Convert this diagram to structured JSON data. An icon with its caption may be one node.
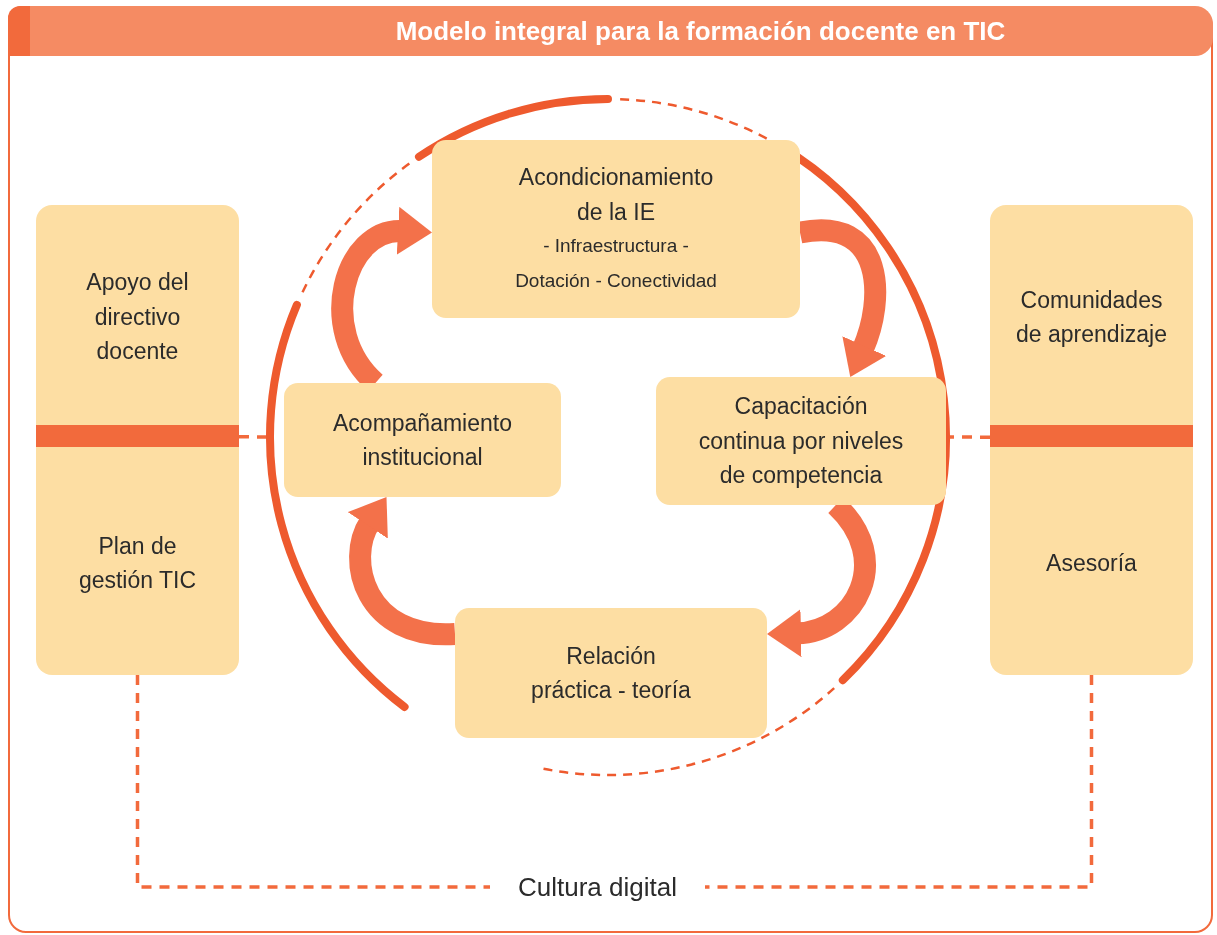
{
  "diagram": {
    "title": "Modelo integral para la formación docente en TIC",
    "nodes": [
      {
        "text": [
          "Apoyo del directivo docente",
          "Plan de gestión TIC"
        ]
      },
      {
        "text": [],
        "shape": "circle"
      },
      {
        "text": [
          "Acondicionamiento de la IE",
          "- Infraestructura - Dotación - Conectividad"
        ],
        "in": 1
      },
      {
        "text": [
          "Acompañamiento institucional"
        ],
        "in": 1
      },
      {
        "text": [
          "Capacitación continua por niveles de competencia"
        ],
        "in": 1
      },
      {
        "text": [
          "Relación práctica - teoría"
        ],
        "in": 1
      },
      {
        "text": [
          "Comunidades de aprendizaje",
          "Asesoría"
        ]
      },
      {
        "text": [
          "Cultura digital"
        ]
      }
    ],
    "edges": [
      {
        "from": 3,
        "to": 2,
        "arrow": "to",
        "style": "thick"
      },
      {
        "from": 2,
        "to": 4,
        "arrow": "to",
        "style": "thick"
      },
      {
        "from": 4,
        "to": 5,
        "arrow": "to",
        "style": "thick"
      },
      {
        "from": 5,
        "to": 3,
        "arrow": "to",
        "style": "thick"
      },
      {
        "from": 0,
        "to": 1,
        "arrow": "none",
        "style": "dashed"
      },
      {
        "from": 6,
        "to": 1,
        "arrow": "none",
        "style": "dashed"
      },
      {
        "from": 0,
        "to": 7,
        "arrow": "none",
        "style": "dashed"
      },
      {
        "from": 6,
        "to": 7,
        "arrow": "none",
        "style": "dashed"
      }
    ]
  }
}
